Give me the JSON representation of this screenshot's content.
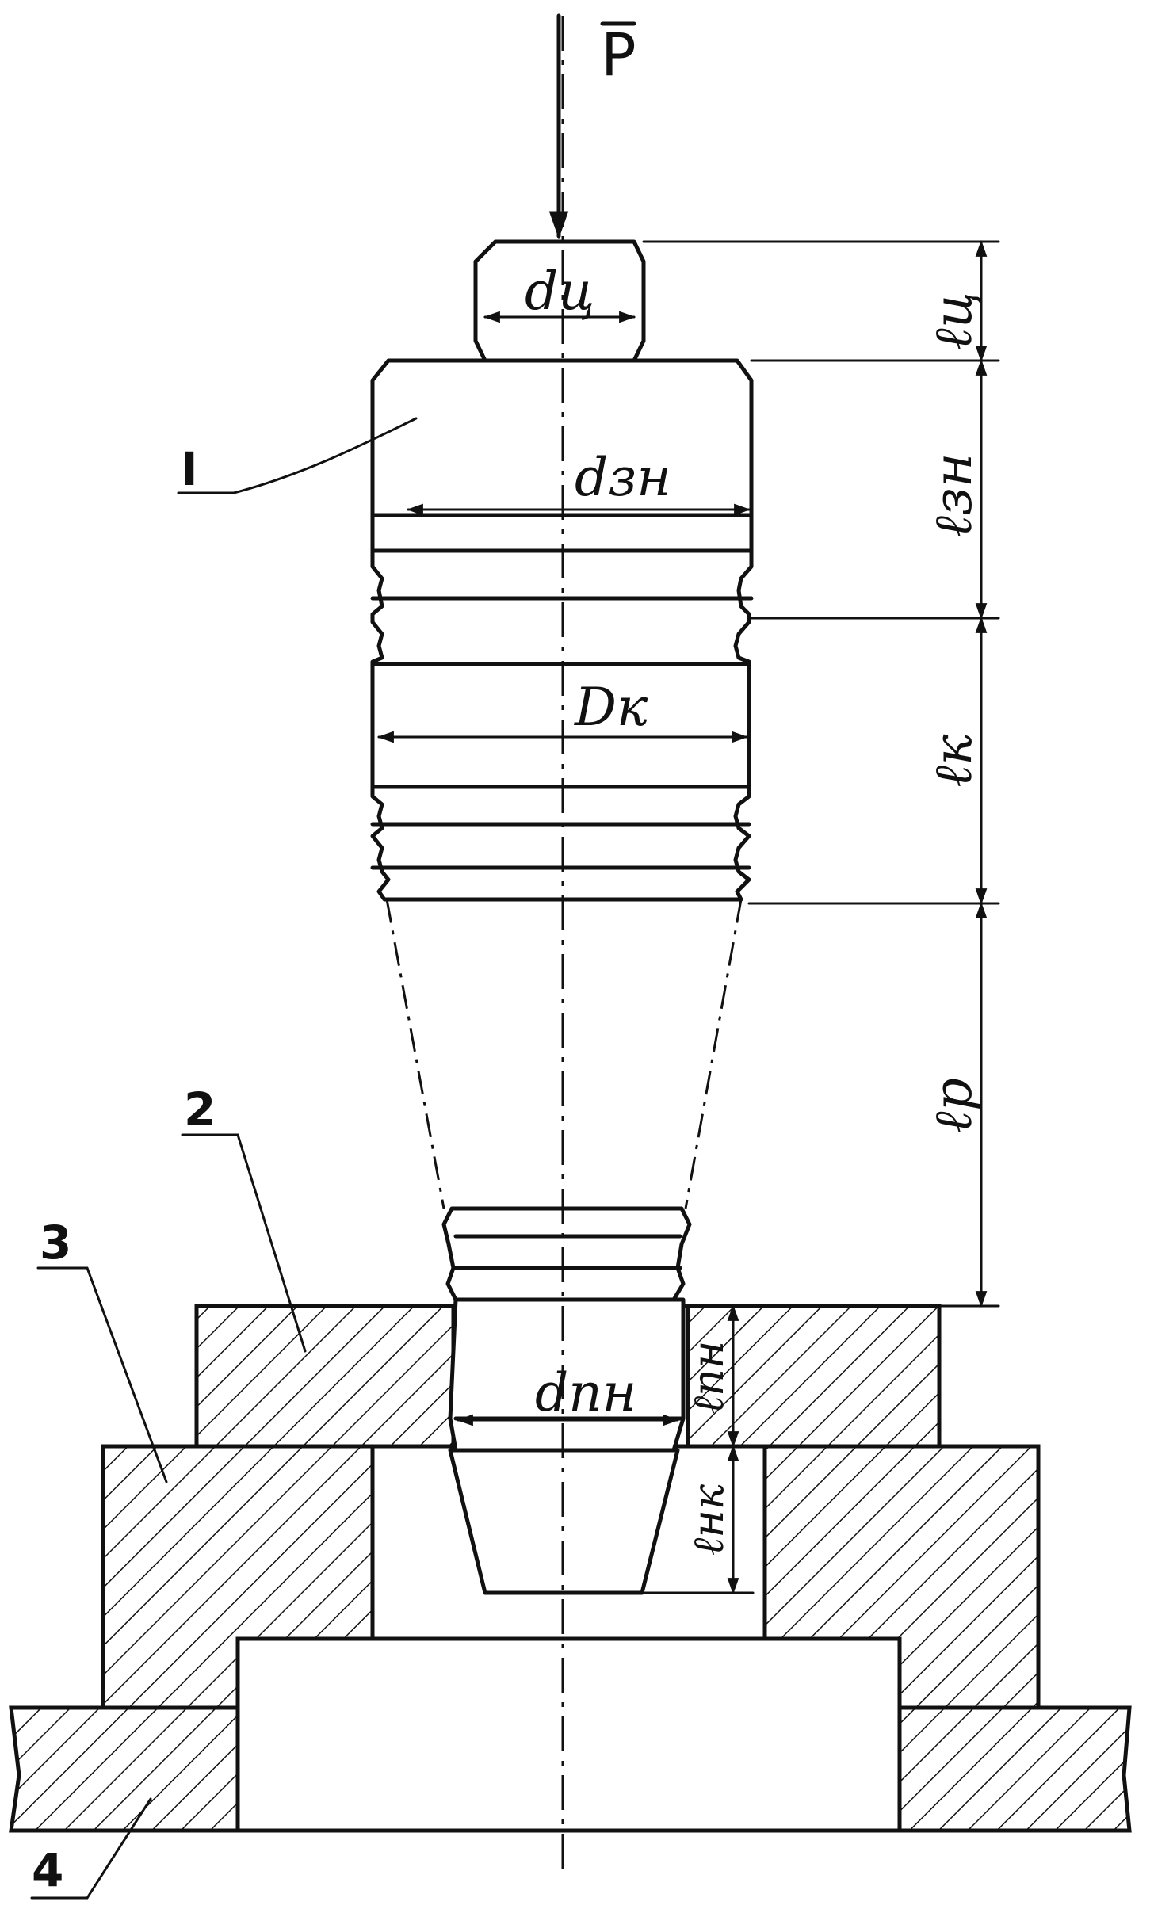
{
  "load": {
    "symbol": "P",
    "overline": true
  },
  "parts": [
    {
      "id": "1",
      "label": "I"
    },
    {
      "id": "2",
      "label": "2"
    },
    {
      "id": "3",
      "label": "3"
    },
    {
      "id": "4",
      "label": "4"
    }
  ],
  "diameters": {
    "shank": "dц",
    "zone_head": "dзн",
    "collar": "Dк",
    "press_fit": "dпн"
  },
  "lengths": {
    "shank": "ℓц",
    "zone_head": "ℓзн",
    "collar": "ℓк",
    "working": "ℓр",
    "press_fit": "ℓпн",
    "lower_cone": "ℓнк"
  }
}
